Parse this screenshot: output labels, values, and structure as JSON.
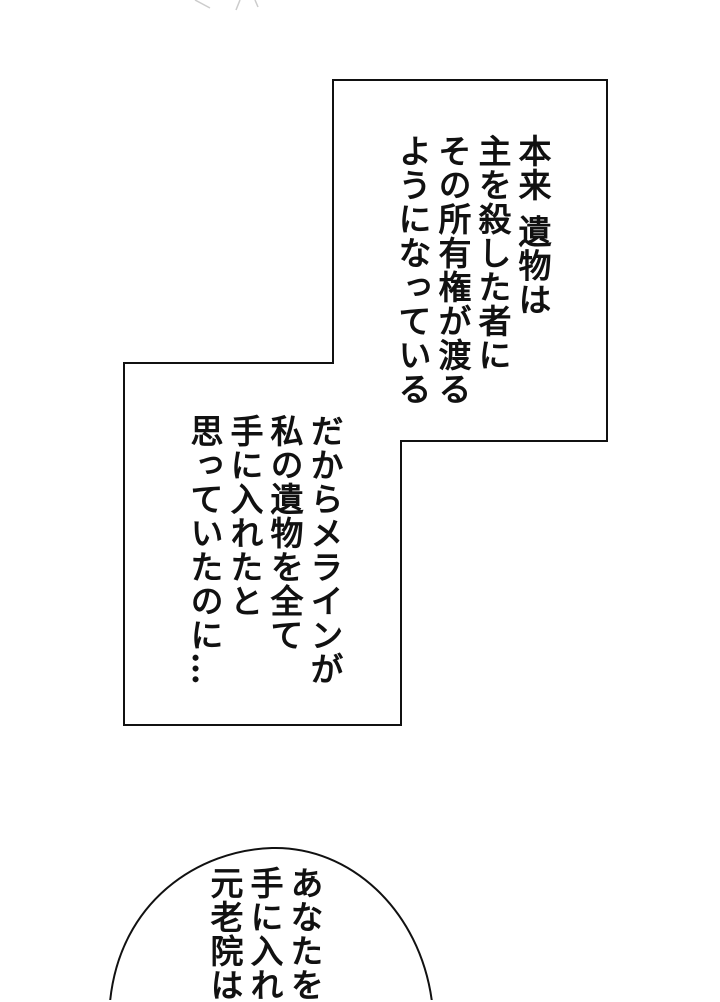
{
  "panel_top": {
    "lines": [
      "本来 遺物は",
      "主を殺した者に",
      "その所有権が渡る",
      "ようになっている"
    ]
  },
  "panel_bottom": {
    "lines": [
      "だからメラインが",
      "私の遺物を全て",
      "手に入れたと",
      "思っていたのに…"
    ]
  },
  "speech_bubble": {
    "lines": [
      "あなたを",
      "手に入れ",
      "元老院は"
    ]
  },
  "colors": {
    "background": "#ffffff",
    "border": "#111111",
    "text": "#111111"
  }
}
